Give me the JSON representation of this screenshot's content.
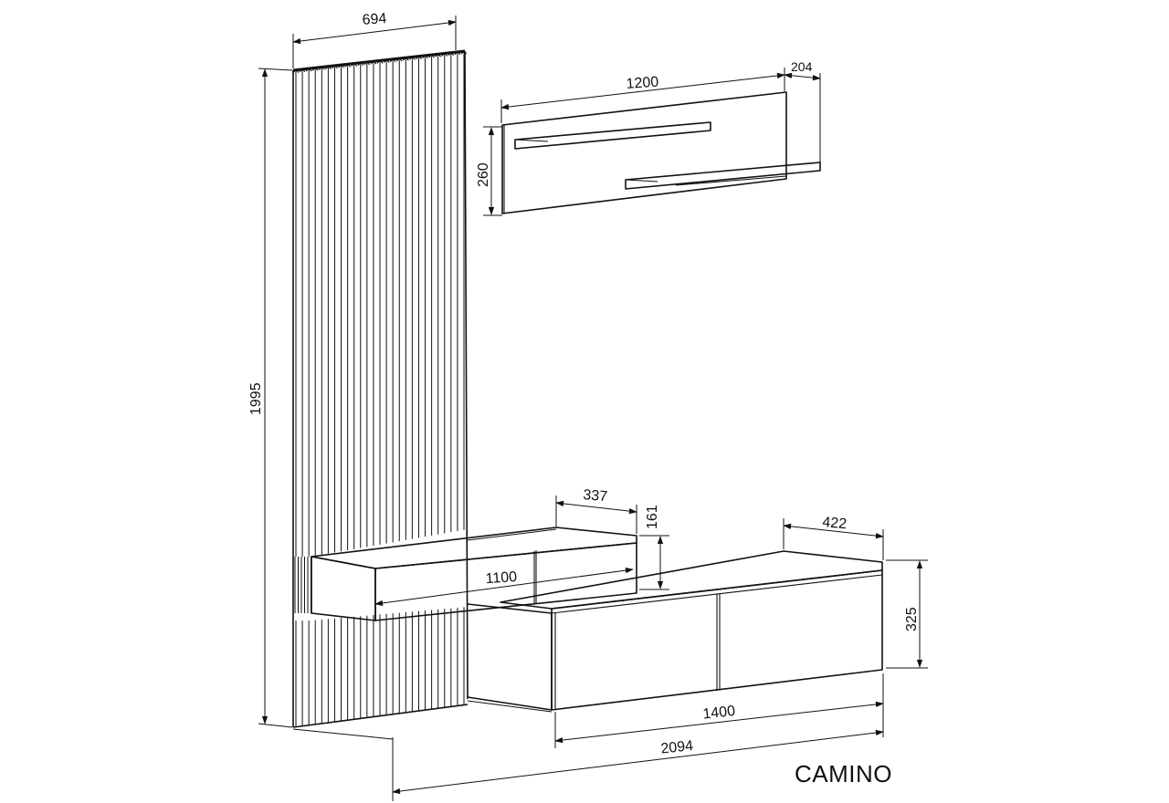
{
  "title": "CAMINO",
  "dimensions": {
    "panel_width": "694",
    "panel_height": "1995",
    "wall_shelf_width": "1200",
    "wall_shelf_depth": "204",
    "wall_shelf_height": "260",
    "drawer_depth": "337",
    "drawer_height": "161",
    "drawer_width": "1100",
    "cabinet_depth": "422",
    "cabinet_height": "325",
    "cabinet_width": "1400",
    "total_width": "2094"
  }
}
